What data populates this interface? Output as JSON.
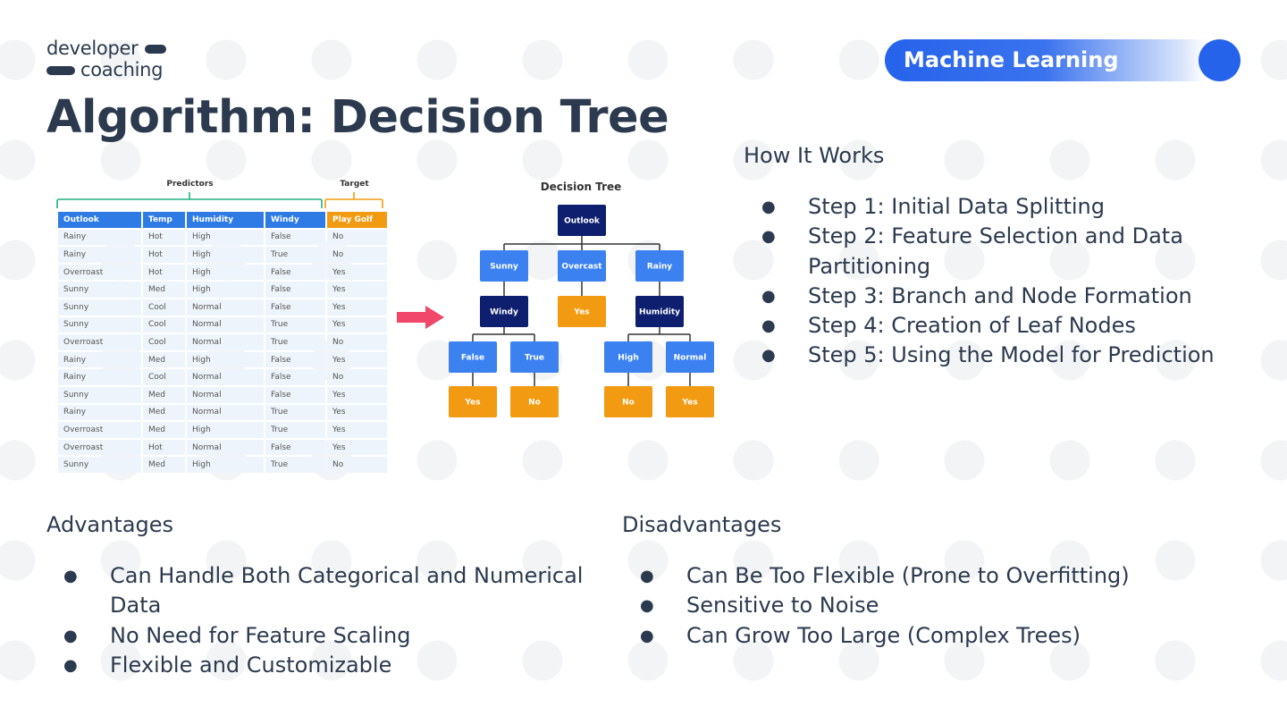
{
  "logo": {
    "line1": "developer",
    "line2": "coaching"
  },
  "badge": {
    "label": "Machine Learning"
  },
  "title": "Algorithm: Decision Tree",
  "dataset": {
    "predictors_label": "Predictors",
    "target_label": "Target",
    "headers": [
      "Outlook",
      "Temp",
      "Humidity",
      "Windy",
      "Play Golf"
    ],
    "rows": [
      [
        "Rainy",
        "Hot",
        "High",
        "False",
        "No"
      ],
      [
        "Rainy",
        "Hot",
        "High",
        "True",
        "No"
      ],
      [
        "Overroast",
        "Hot",
        "High",
        "False",
        "Yes"
      ],
      [
        "Sunny",
        "Med",
        "High",
        "False",
        "Yes"
      ],
      [
        "Sunny",
        "Cool",
        "Normal",
        "False",
        "Yes"
      ],
      [
        "Sunny",
        "Cool",
        "Normal",
        "True",
        "Yes"
      ],
      [
        "Overroast",
        "Cool",
        "Normal",
        "True",
        "No"
      ],
      [
        "Rainy",
        "Med",
        "High",
        "False",
        "Yes"
      ],
      [
        "Rainy",
        "Cool",
        "Normal",
        "False",
        "No"
      ],
      [
        "Sunny",
        "Med",
        "Normal",
        "False",
        "Yes"
      ],
      [
        "Rainy",
        "Med",
        "Normal",
        "True",
        "Yes"
      ],
      [
        "Overroast",
        "Med",
        "High",
        "True",
        "Yes"
      ],
      [
        "Overroast",
        "Hot",
        "Normal",
        "False",
        "Yes"
      ],
      [
        "Sunny",
        "Med",
        "High",
        "True",
        "No"
      ]
    ]
  },
  "tree": {
    "title": "Decision Tree",
    "nodes": {
      "root": "Outlook",
      "sunny": "Sunny",
      "overcast": "Overcast",
      "rainy": "Rainy",
      "windy": "Windy",
      "overcast_leaf": "Yes",
      "humidity": "Humidity",
      "false": "False",
      "true": "True",
      "high": "High",
      "normal": "Normal",
      "false_leaf": "Yes",
      "true_leaf": "No",
      "high_leaf": "No",
      "normal_leaf": "Yes"
    },
    "colors": {
      "decision": "#0d1f6e",
      "branch": "#3b82f0",
      "leaf": "#f29b12"
    }
  },
  "how_it_works": {
    "title": "How It Works",
    "steps": [
      "Step 1: Initial Data Splitting",
      "Step 2: Feature Selection and Data Partitioning",
      "Step 3: Branch and Node Formation",
      "Step 4: Creation of Leaf Nodes",
      "Step 5: Using the Model for Prediction"
    ]
  },
  "advantages": {
    "title": "Advantages",
    "items": [
      "Can Handle Both Categorical and Numerical Data",
      "No Need for Feature Scaling",
      "Flexible and Customizable"
    ]
  },
  "disadvantages": {
    "title": "Disadvantages",
    "items": [
      "Can Be Too Flexible (Prone to Overfitting)",
      "Sensitive to Noise",
      "Can Grow Too Large (Complex Trees)"
    ]
  },
  "bullet": "●"
}
